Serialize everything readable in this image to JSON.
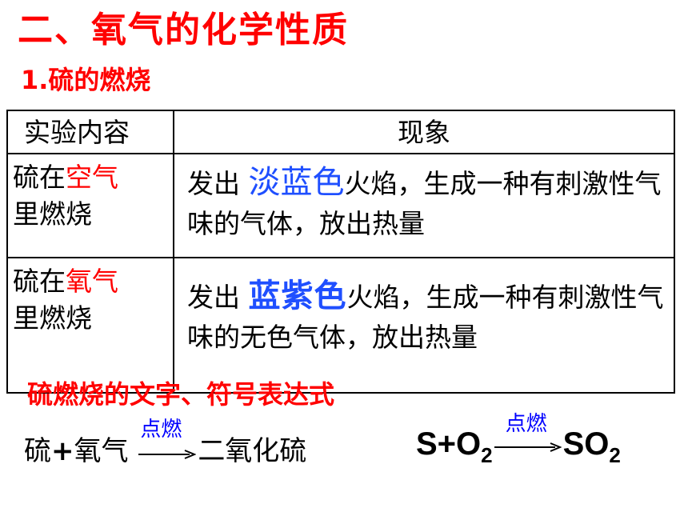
{
  "title": "二、氧气的化学性质",
  "subtitle": "1.硫的燃烧",
  "table": {
    "headers": [
      "实验内容",
      "现象"
    ],
    "rows": [
      {
        "cond_pre": "硫在",
        "cond_gas": "空气",
        "cond_post": "里燃烧",
        "phen_pre": "发出 ",
        "phen_color": "淡蓝色",
        "phen_post": "火焰，生成一种有刺激性气味的气体，放出热量"
      },
      {
        "cond_pre": "硫在",
        "cond_gas": "氧气",
        "cond_post": "里燃烧",
        "phen_pre": "发出 ",
        "phen_color": "蓝紫色",
        "phen_post": "火焰，生成一种有刺激性气味的无色气体，放出热量"
      }
    ]
  },
  "expr_title": "硫燃烧的文字、符号表达式",
  "word_equation": {
    "reactant1": "硫",
    "plus": "+",
    "reactant2": "氧气",
    "condition": "点燃",
    "product": "二氧化硫"
  },
  "symbol_equation": {
    "left": "S+O",
    "left_sub": "2",
    "condition": "点燃",
    "right": "SO",
    "right_sub": "2"
  },
  "colors": {
    "title": "#ff0000",
    "highlight_blue": "#1f4fff",
    "condition_blue": "#0000ff"
  }
}
